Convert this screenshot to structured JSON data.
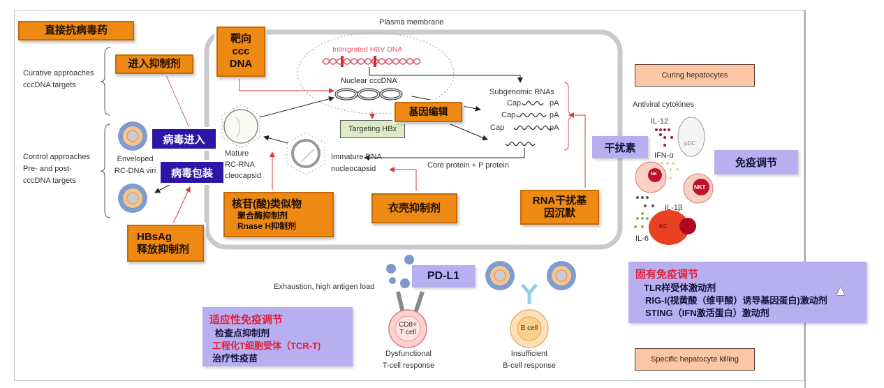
{
  "colors": {
    "orange": "#ee8a14",
    "blue_label": "#2f15a6",
    "purple": "#b8aff0",
    "salmon": "#fcc7a6",
    "arrow_red": "#d93a3a",
    "highlight_red": "#e0203a"
  },
  "left": {
    "title": "直接抗病毒药",
    "curative": [
      "Curative approaches",
      "cccDNA targets"
    ],
    "control": [
      "Control approaches",
      "Pre- and post-",
      "cccDNA targets"
    ],
    "entry_inhibitor": "进入抑制剂",
    "virus_entry": "病毒进入",
    "virus_packaging": "病毒包装",
    "enveloped": [
      "Enveloped",
      "RC-DNA viri"
    ],
    "hbsag": [
      "HBsAg",
      "释放抑制剂"
    ]
  },
  "cell": {
    "plasma_membrane": "Plasma membrane",
    "target_cccdna": [
      "靶向",
      "ccc",
      "DNA"
    ],
    "integrated": "Intergrated HBV DNA",
    "nuclear": "Nuclear cccDNA",
    "targeting_hbx": "Targeting HBx",
    "gene_editing": "基因编辑",
    "subgenomic": "Subgenomic RNAs",
    "rnas": [
      {
        "cap": "Cap",
        "pa": "pA"
      },
      {
        "cap": "Cap",
        "pa": "pA"
      },
      {
        "cap": "Cap",
        "pa": "pA"
      }
    ],
    "mature": [
      "Mature",
      "RC-RNA",
      "cleocapsid"
    ],
    "immature": [
      "Immature RNA",
      "nucleocapsid"
    ],
    "core_protein": "Core protein + P protein",
    "nucleoside": [
      "核苷(酸)类似物",
      "聚合酶抑制剂",
      "Rnase H抑制剂"
    ],
    "capsid_inhibitor": "衣壳抑制剂",
    "rnai": [
      "RNA干扰基",
      "因沉默"
    ],
    "interferon": "干扰素"
  },
  "right": {
    "curing": "Curing hepatocytes",
    "antiviral_cytokines": "Antiviral cytokines",
    "il12": "IL-12",
    "ifna": "IFN-α",
    "il1b": "IL-1β",
    "il6": "IL-6",
    "pdc": "pDC",
    "nk": "NK",
    "nkt": "NKT",
    "kc": "KC",
    "immune_modulation": "免疫调节",
    "innate": {
      "title": "固有免疫调节",
      "items": [
        "TLR样受体激动剂",
        "RIG-I(视黄酸（维甲酸）诱导基因蛋白)激动剂",
        "STING（IFN激活蛋白）激动剂"
      ]
    },
    "specific_killing": "Specific hepatocyte killing"
  },
  "bottom": {
    "pdl1": "PD-L1",
    "exhaustion": "Exhaustion, high antigen load",
    "cd8": [
      "CD8+",
      "T cell"
    ],
    "bcell": "B cell",
    "dysfunctional": [
      "Dysfunctional",
      "T-cell response"
    ],
    "insufficient": [
      "Insufficient",
      "B-cell response"
    ],
    "adaptive": {
      "title": "适应性免疫调节",
      "items": [
        {
          "text": "检查点抑制剂",
          "highlight": false
        },
        {
          "text": "工程化T细胞受体（TCR-T)",
          "highlight": true
        },
        {
          "text": "治疗性疫苗",
          "highlight": false
        }
      ]
    }
  }
}
